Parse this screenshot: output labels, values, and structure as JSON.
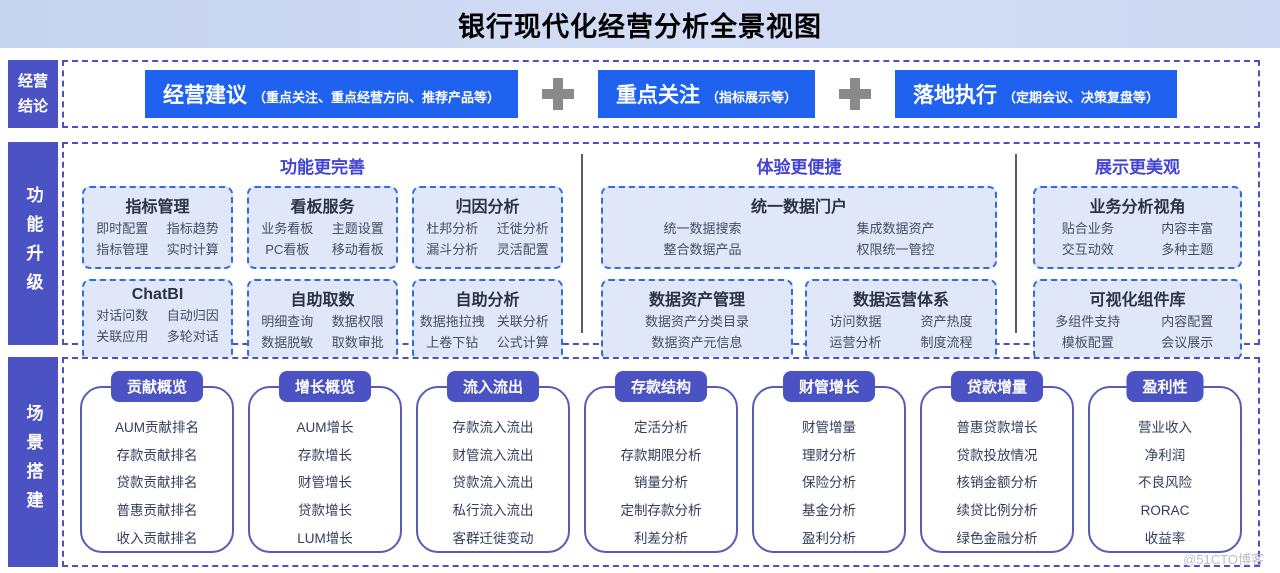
{
  "page": {
    "title": "银行现代化经营分析全景视图",
    "watermark": "@51CTO博客"
  },
  "colors": {
    "accent_blue": "#1f62ef",
    "indigo": "#4a52c4",
    "dashed_border": "#4a50c8",
    "card_bg": "#dfe7f8",
    "card_dash_border": "#2f6be6",
    "group_header_text": "#4343d6",
    "plus_gray": "#8a8a8a",
    "title_band_bg": "#ccd9f1"
  },
  "conclusion": {
    "label": "经营结论",
    "boxes": [
      {
        "title": "经营建议",
        "note": "（重点关注、重点经营方向、推荐产品等）"
      },
      {
        "title": "重点关注",
        "note": "（指标展示等）"
      },
      {
        "title": "落地执行",
        "note": "（定期会议、决策复盘等）"
      }
    ]
  },
  "upgrade": {
    "label": "功能升级",
    "groups": [
      {
        "header": "功能更完善",
        "cards": [
          {
            "title": "指标管理",
            "items": [
              "即时配置",
              "指标趋势",
              "指标管理",
              "实时计算"
            ]
          },
          {
            "title": "看板服务",
            "items": [
              "业务看板",
              "主题设置",
              "PC看板",
              "移动看板"
            ]
          },
          {
            "title": "归因分析",
            "items": [
              "杜邦分析",
              "迁徙分析",
              "漏斗分析",
              "灵活配置"
            ]
          },
          {
            "title": "ChatBI",
            "items": [
              "对话问数",
              "自动归因",
              "关联应用",
              "多轮对话"
            ]
          },
          {
            "title": "自助取数",
            "items": [
              "明细查询",
              "数据权限",
              "数据脱敏",
              "取数审批"
            ]
          },
          {
            "title": "自助分析",
            "items": [
              "数据拖拉拽",
              "关联分析",
              "上卷下钻",
              "公式计算"
            ]
          }
        ]
      },
      {
        "header": "体验更便捷",
        "cards": [
          {
            "title": "统一数据门户",
            "items": [
              "统一数据搜索",
              "集成数据资产",
              "整合数据产品",
              "权限统一管控"
            ]
          },
          {
            "title": "数据资产管理",
            "items": [
              "数据资产分类目录",
              "数据资产元信息"
            ]
          },
          {
            "title": "数据运营体系",
            "items": [
              "访问数据",
              "资产热度",
              "运营分析",
              "制度流程"
            ]
          }
        ]
      },
      {
        "header": "展示更美观",
        "cards": [
          {
            "title": "业务分析视角",
            "items": [
              "贴合业务",
              "内容丰富",
              "交互动效",
              "多种主题"
            ]
          },
          {
            "title": "可视化组件库",
            "items": [
              "多组件支持",
              "内容配置",
              "模板配置",
              "会议展示"
            ]
          }
        ]
      }
    ]
  },
  "scenes": {
    "label": "场景搭建",
    "cards": [
      {
        "title": "贡献概览",
        "items": [
          "AUM贡献排名",
          "存款贡献排名",
          "贷款贡献排名",
          "普惠贡献排名",
          "收入贡献排名"
        ]
      },
      {
        "title": "增长概览",
        "items": [
          "AUM增长",
          "存款增长",
          "财管增长",
          "贷款增长",
          "LUM增长"
        ]
      },
      {
        "title": "流入流出",
        "items": [
          "存款流入流出",
          "财管流入流出",
          "贷款流入流出",
          "私行流入流出",
          "客群迁徙变动"
        ]
      },
      {
        "title": "存款结构",
        "items": [
          "定活分析",
          "存款期限分析",
          "销量分析",
          "定制存款分析",
          "利差分析"
        ]
      },
      {
        "title": "财管增长",
        "items": [
          "财管增量",
          "理财分析",
          "保险分析",
          "基金分析",
          "盈利分析"
        ]
      },
      {
        "title": "贷款增量",
        "items": [
          "普惠贷款增长",
          "贷款投放情况",
          "核销金额分析",
          "续贷比例分析",
          "绿色金融分析"
        ]
      },
      {
        "title": "盈利性",
        "items": [
          "营业收入",
          "净利润",
          "不良风险",
          "RORAC",
          "收益率"
        ]
      }
    ]
  }
}
